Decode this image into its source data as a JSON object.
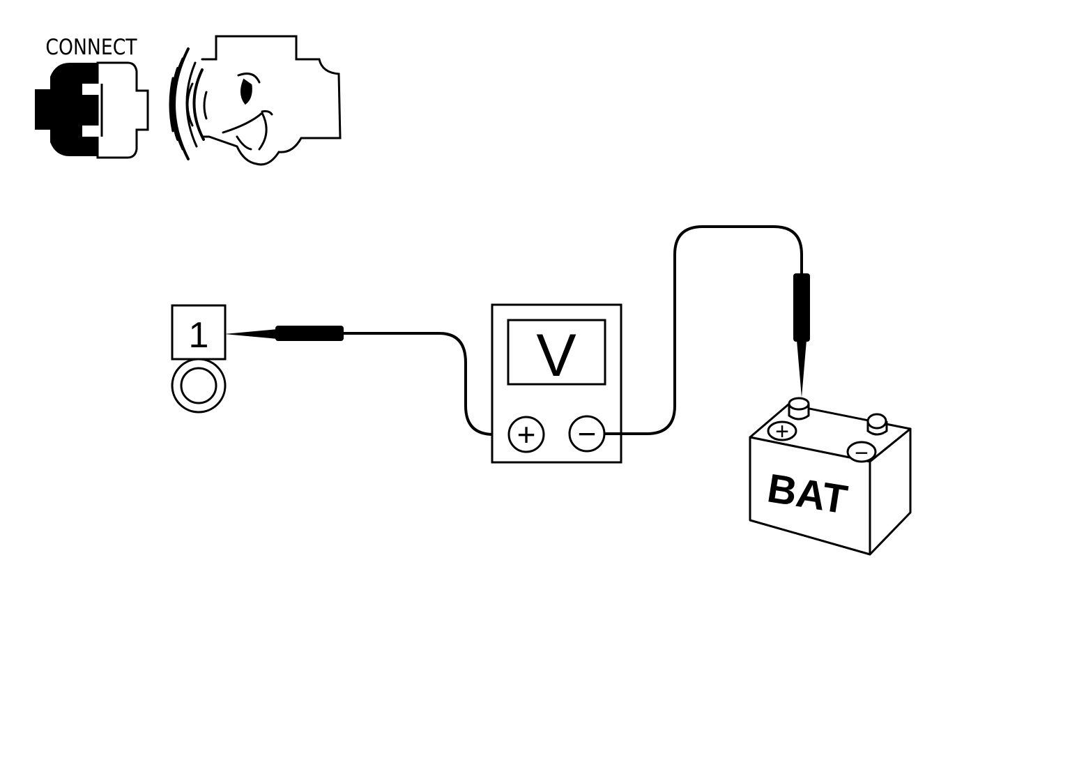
{
  "connector": {
    "status_label": "CONNECT",
    "connector_icon": "harness-connector-icon",
    "component_icon": "mass-air-flow-sensor-icon"
  },
  "terminal": {
    "number": "1"
  },
  "meter": {
    "display_label": "V",
    "positive_symbol": "+",
    "negative_symbol": "−"
  },
  "battery": {
    "label": "BAT",
    "positive_symbol": "+",
    "negative_symbol": "−"
  },
  "colors": {
    "line": "#000000",
    "background": "#ffffff"
  }
}
